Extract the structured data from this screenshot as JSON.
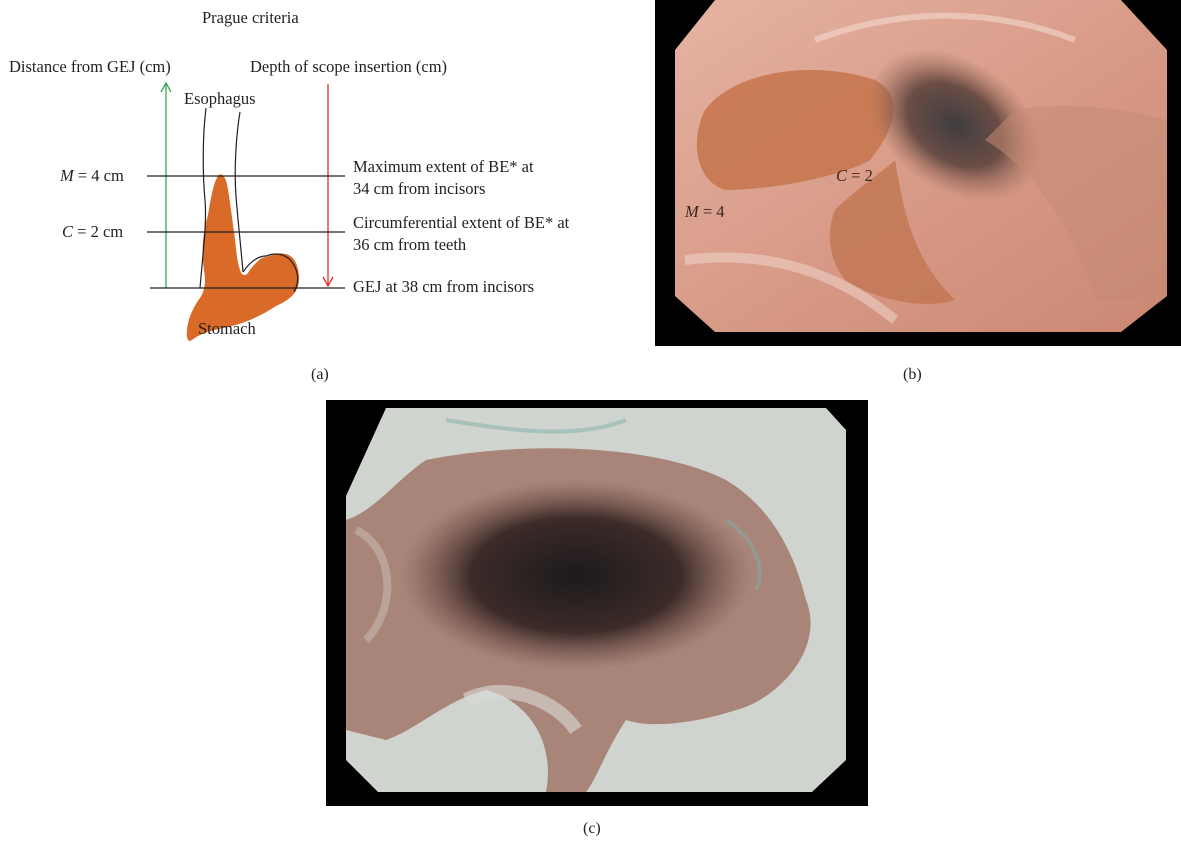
{
  "panel_a": {
    "title": "Prague criteria",
    "left_axis_label": "Distance from GEJ (cm)",
    "right_axis_label": "Depth of scope insertion (cm)",
    "esophagus_label": "Esophagus",
    "stomach_label": "Stomach",
    "m_var": "M",
    "m_value": " = 4 cm",
    "c_var": "C",
    "c_value": " = 2 cm",
    "annot_max_line1": "Maximum extent of BE* at",
    "annot_max_line2": "34 cm from incisors",
    "annot_circ_line1": "Circumferential extent of BE* at",
    "annot_circ_line2": "36 cm from teeth",
    "annot_gej": "GEJ at 38 cm from incisors",
    "colors": {
      "tissue": "#d96a27",
      "left_arrow": "#3aa655",
      "right_arrow": "#e0312b"
    }
  },
  "panel_b": {
    "m_label_var": "M",
    "m_label_value": " = 4",
    "c_label_var": "C",
    "c_label_value": " = 2"
  },
  "labels": {
    "a": "(a)",
    "b": "(b)",
    "c": "(c)"
  }
}
